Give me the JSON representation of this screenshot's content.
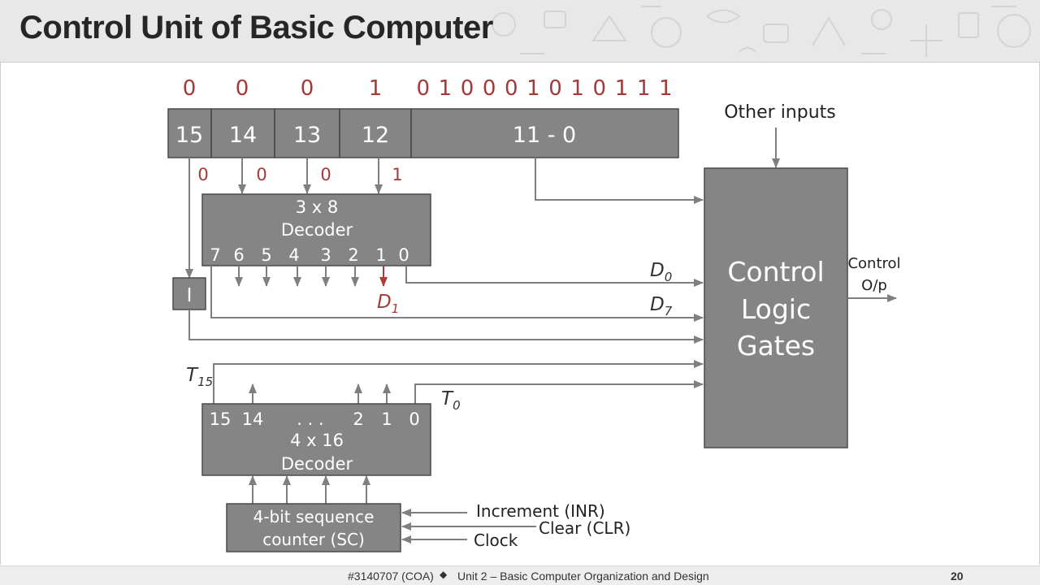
{
  "slide": {
    "title": "Control Unit of Basic Computer",
    "footer": {
      "course": "#3140707 (COA)",
      "separator": "◆",
      "unit": "Unit 2 – Basic Computer Organization and Design",
      "page": "20"
    }
  },
  "diagram": {
    "instruction_bits": {
      "b15": "0",
      "b14": "0",
      "b13": "0",
      "b12": "1",
      "address": "0 1 0 0 0 1 0 1 0 1 1 1"
    },
    "ir_fields": [
      "15",
      "14",
      "13",
      "12",
      "11 - 0"
    ],
    "line_bits": [
      "0",
      "0",
      "0",
      "1"
    ],
    "decoder_3x8": {
      "line1": "3 x 8",
      "line2": "Decoder",
      "outputs": [
        "7",
        "6",
        "5",
        "4",
        "3",
        "2",
        "1",
        "0"
      ]
    },
    "i_flipflop": "I",
    "signals": {
      "d0": "D",
      "d0_sub": "0",
      "d7": "D",
      "d7_sub": "7",
      "d1": "D",
      "d1_sub": "1",
      "t15": "T",
      "t15_sub": "15",
      "t0": "T",
      "t0_sub": "0"
    },
    "decoder_4x16": {
      "outputs": [
        "15",
        "14",
        ". . .",
        "2",
        "1",
        "0"
      ],
      "line1": "4 x 16",
      "line2": "Decoder"
    },
    "sequence_counter": {
      "line1": "4-bit sequence",
      "line2": "counter (SC)"
    },
    "sc_inputs": [
      "Increment (INR)",
      "Clear (CLR)",
      "Clock"
    ],
    "other_inputs": "Other inputs",
    "control_logic": [
      "Control",
      "Logic",
      "Gates"
    ],
    "control_output": [
      "Control",
      "O/p"
    ]
  }
}
